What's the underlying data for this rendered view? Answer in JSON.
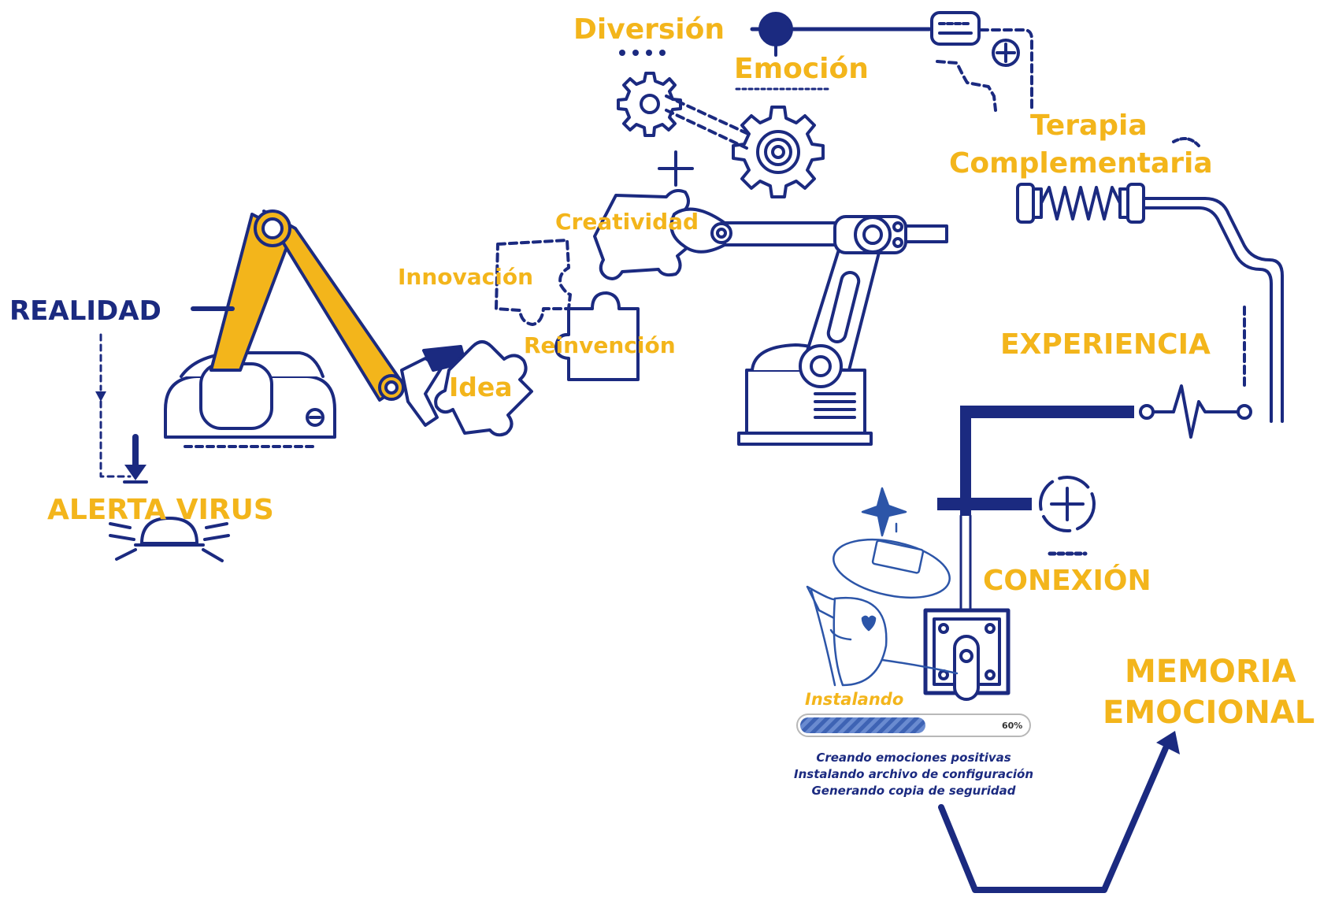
{
  "labels": {
    "diversion": "Diversión",
    "emocion": "Emoción",
    "terapia_1": "Terapia",
    "terapia_2": "Complementaria",
    "creatividad": "Creatividad",
    "innovacion": "Innovación",
    "reinvencion": "Reinvención",
    "idea": "Idea",
    "realidad": "REALIDAD",
    "alerta_virus": "ALERTA VIRUS",
    "experiencia": "EXPERIENCIA",
    "conexion": "CONEXIÓN",
    "memoria_1": "MEMORIA",
    "memoria_2": "EMOCIONAL"
  },
  "install": {
    "title": "Instalando",
    "progress": 0.6,
    "progress_label": "60%",
    "status_lines": [
      "Creando emociones positivas",
      "Instalando archivo de configuración",
      "Generando copia de seguridad"
    ]
  },
  "colors": {
    "navy": "#1B2A80",
    "gold": "#F3B51B"
  }
}
